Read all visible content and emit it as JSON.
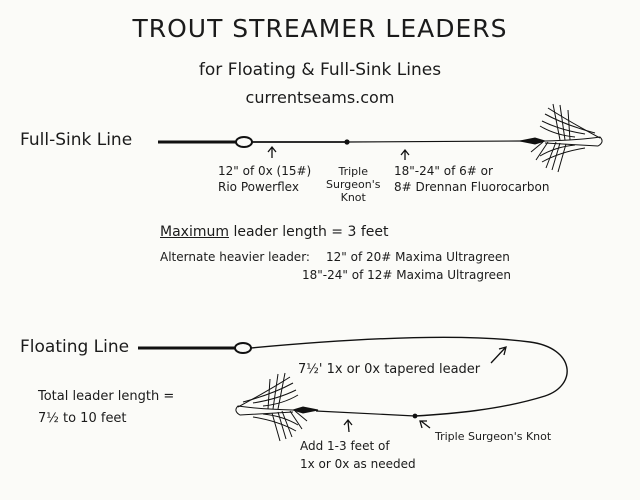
{
  "title": "TROUT STREAMER LEADERS",
  "subtitle": "for Floating & Full-Sink Lines",
  "website": "currentseams.com",
  "full_sink": {
    "line_label": "Full-Sink Line",
    "segment1": [
      "12\" of 0x (15#)",
      "Rio Powerflex"
    ],
    "knot": [
      "Triple",
      "Surgeon's",
      "Knot"
    ],
    "segment2": [
      "18\"-24\" of 6# or",
      "8# Drennan Fluorocarbon"
    ],
    "max_word": "Maximum",
    "max_rest": "leader length = 3 feet",
    "alt_label": "Alternate heavier leader:",
    "alt1": "12\" of 20# Maxima Ultragreen",
    "alt2": "18\"-24\" of 12# Maxima Ultragreen"
  },
  "floating": {
    "line_label": "Floating Line",
    "tapered": "7½' 1x or 0x tapered leader",
    "total": [
      "Total leader length =",
      "7½ to 10 feet"
    ],
    "add": [
      "Add 1-3 feet of",
      "1x or 0x as needed"
    ],
    "knot": "Triple Surgeon's Knot"
  }
}
